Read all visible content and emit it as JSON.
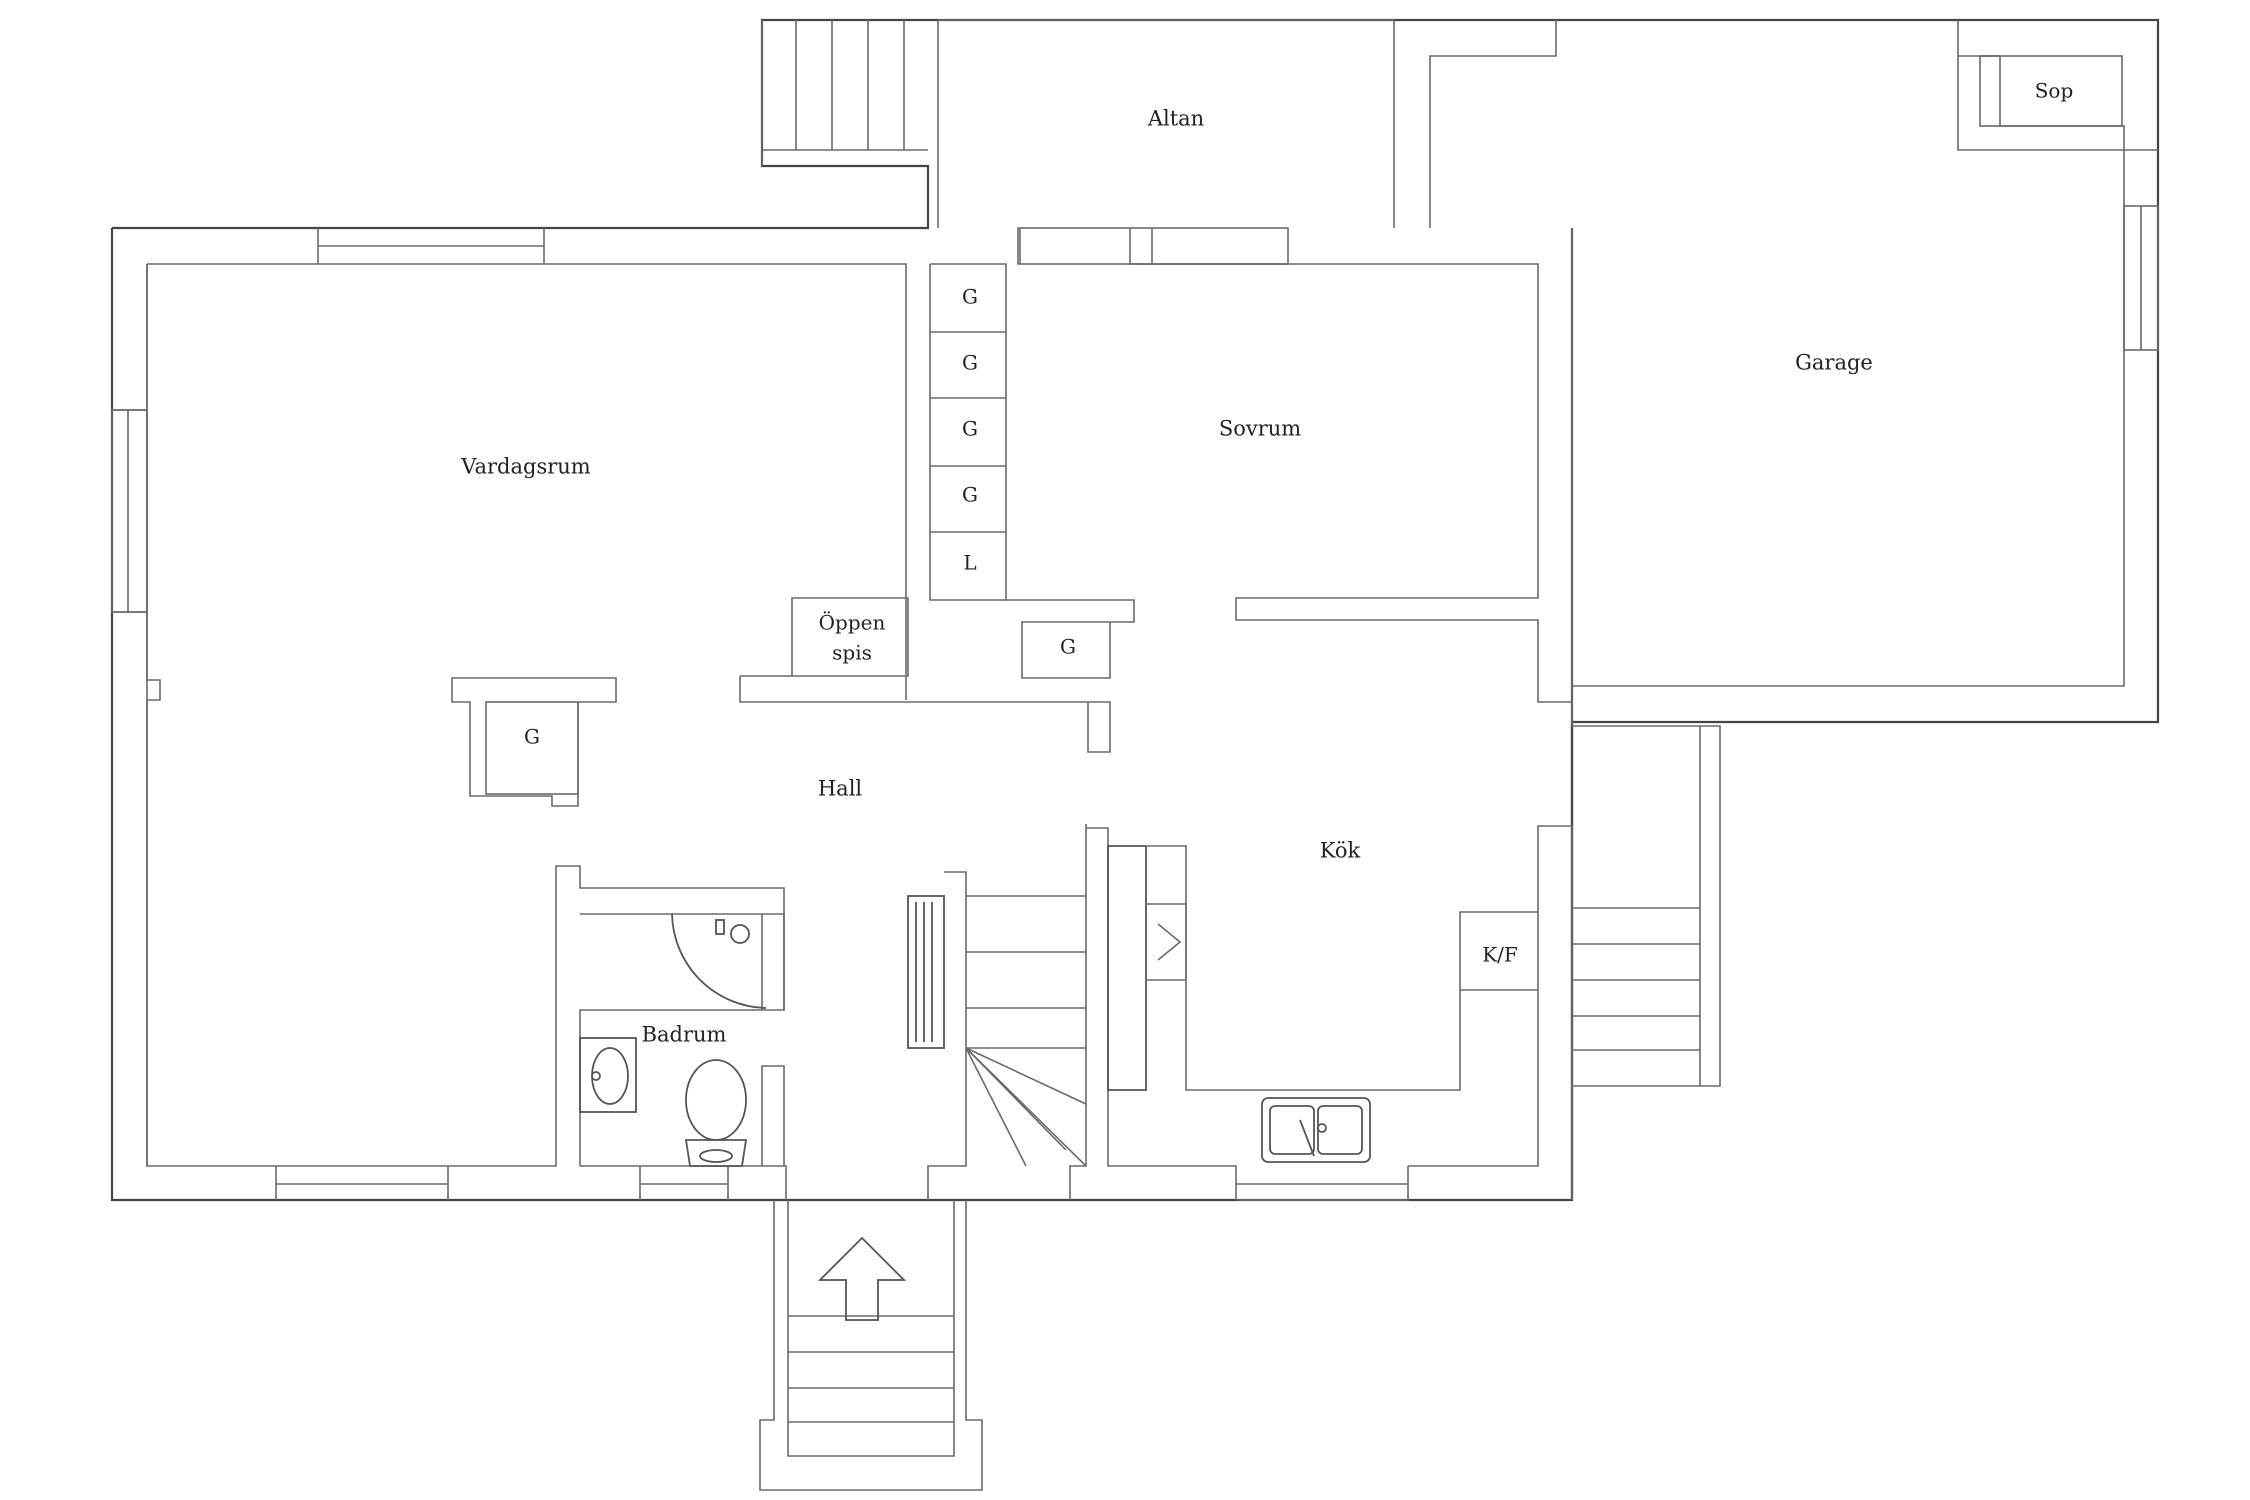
{
  "rooms": {
    "altan": "Altan",
    "sop": "Sop",
    "garage": "Garage",
    "vardagsrum": "Vardagsrum",
    "sovrum": "Sovrum",
    "hall": "Hall",
    "kok": "Kök",
    "badrum": "Badrum"
  },
  "fixtures": {
    "fireplace_line1": "Öppen",
    "fireplace_line2": "spis",
    "kf": "K/F",
    "wardrobe": "G",
    "linen": "L"
  },
  "colors": {
    "wall": "#444444",
    "background": "#ffffff"
  }
}
